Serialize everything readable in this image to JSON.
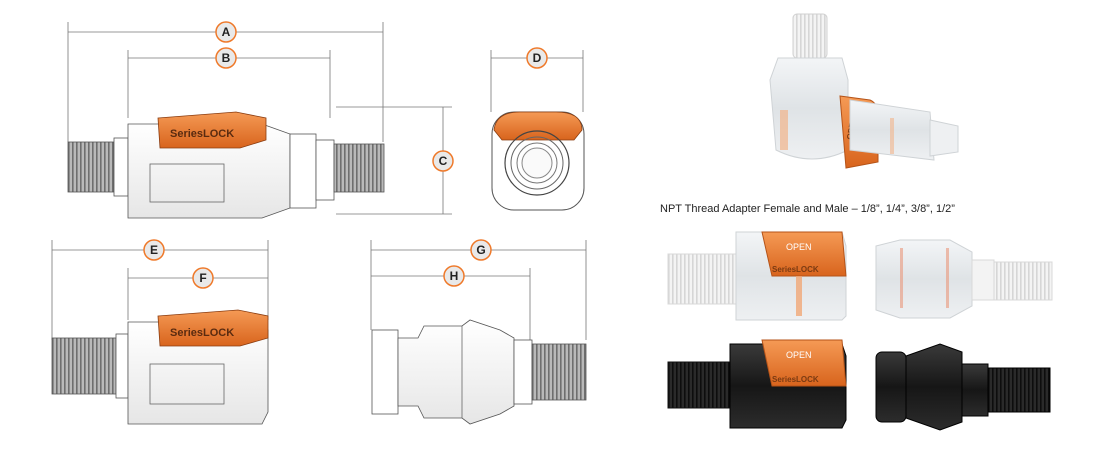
{
  "brand": {
    "name": "SeriesLOCK",
    "open_label": "OPEN",
    "orange": "#ef7a2b",
    "thread_grey": "#9a9a9a",
    "black_body": "#1f1f1f"
  },
  "dimensions": {
    "a": "A",
    "b": "B",
    "c": "C",
    "d": "D",
    "e": "E",
    "f": "F",
    "g": "G",
    "h": "H"
  },
  "photos": {
    "caption": "NPT Thread Adapter Female and Male – 1/8”,  1/4”, 3/8”, 1/2”"
  }
}
